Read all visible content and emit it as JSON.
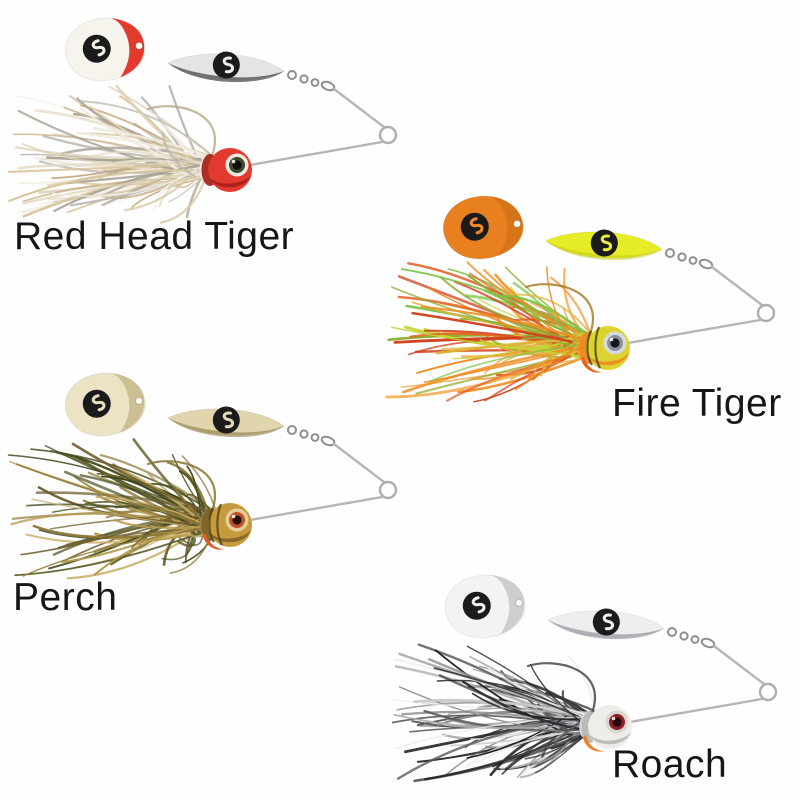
{
  "page": {
    "background_color": "#fefefe",
    "label_text_color": "#161616"
  },
  "brand_logo": {
    "icon": "s-squiggle-logo-icon",
    "circle_color": "#1b1b1b"
  },
  "hardware": {
    "wire_color": "#b5b5b7",
    "swivel_color": "#8f8f93",
    "loop_color": "#adadb0"
  },
  "lures": [
    {
      "id": "red-head-tiger",
      "label": "Red Head Tiger",
      "colorado_blade": {
        "main": "#f7f4ee",
        "tip": "#e23b2e",
        "tip_opacity": 1,
        "logo_mark": "#f2efe7"
      },
      "willow_blade": {
        "main": "#e4e4e6",
        "shade": "#3b3b3d",
        "shade_opacity": 0.68,
        "logo_mark": "#ececec"
      },
      "head": {
        "main": "#e23a2e",
        "shade": "#a51f17",
        "stripes": "",
        "chin": ""
      },
      "eye": {
        "ring": "#efe9dd",
        "iris": "#3c4a30",
        "pupil": "#0d0d0d"
      },
      "hook_color": "#b9ab8e",
      "skirt_collar": "#efece4",
      "skirt": [
        "#f0ebdf",
        "#dcd0b6",
        "#c5a97c",
        "#bdb9b0",
        "#f6f4ee",
        "#a8a296",
        "#d8c69e",
        "#e7ddca"
      ]
    },
    {
      "id": "fire-tiger",
      "label": "Fire Tiger",
      "colorado_blade": {
        "main": "#e8801f",
        "tip": "#c4650f",
        "tip_opacity": 0.45,
        "logo_mark": "#ef8a28"
      },
      "willow_blade": {
        "main": "#e6ec25",
        "shade": "#c2c90f",
        "shade_opacity": 0.5,
        "logo_mark": "#e9ee3a"
      },
      "head": {
        "main": "#ddd32f",
        "shade": "#ef8a1f",
        "stripes": "#34390f",
        "chin": "#e8641f"
      },
      "eye": {
        "ring": "#d7dbe0",
        "iris": "#868f9a",
        "pupil": "#14161c"
      },
      "hook_color": "#a87f2c",
      "skirt_collar": "#ef9a2c",
      "skirt": [
        "#e55f28",
        "#ef8d24",
        "#7cc244",
        "#c3d435",
        "#d1431f",
        "#dfb33c",
        "#8fae2e",
        "#f2a23c"
      ]
    },
    {
      "id": "perch",
      "label": "Perch",
      "colorado_blade": {
        "main": "#ece2c4",
        "tip": "#b3a36e",
        "tip_opacity": 0.55,
        "logo_mark": "#e8dfc0"
      },
      "willow_blade": {
        "main": "#e0d5ac",
        "shade": "#8e7c48",
        "shade_opacity": 0.6,
        "logo_mark": "#e3d9b4"
      },
      "head": {
        "main": "#c79a3e",
        "shade": "#7c6426",
        "stripes": "#4a3c14",
        "chin": "#e05a2a"
      },
      "eye": {
        "ring": "#e4cf9a",
        "iris": "#c2512a",
        "pupil": "#241208"
      },
      "hook_color": "#8a7434",
      "skirt_collar": "#9a8440",
      "skirt": [
        "#6f5d2e",
        "#8f7838",
        "#49511f",
        "#b59a4c",
        "#3e481d",
        "#9a8340",
        "#c9b06a",
        "#5a5a28"
      ]
    },
    {
      "id": "roach",
      "label": "Roach",
      "colorado_blade": {
        "main": "#f3f3f4",
        "tip": "#a9a9af",
        "tip_opacity": 0.5,
        "logo_mark": "#f0f0f2"
      },
      "willow_blade": {
        "main": "#eeeef0",
        "shade": "#86868e",
        "shade_opacity": 0.6,
        "logo_mark": "#eeeef2"
      },
      "head": {
        "main": "#efedea",
        "shade": "#b9b6b4",
        "stripes": "",
        "chin": "#ef7f2a"
      },
      "eye": {
        "ring": "#dbd6d0",
        "iris": "#8c2026",
        "pupil": "#26090b"
      },
      "hook_color": "#46464c",
      "skirt_collar": "#e8e6e2",
      "skirt": [
        "#1f1f22",
        "#3b3b3e",
        "#c9c9cc",
        "#8e8e92",
        "#58585c",
        "#ececee",
        "#2b2b2e",
        "#aaaaae"
      ]
    }
  ]
}
